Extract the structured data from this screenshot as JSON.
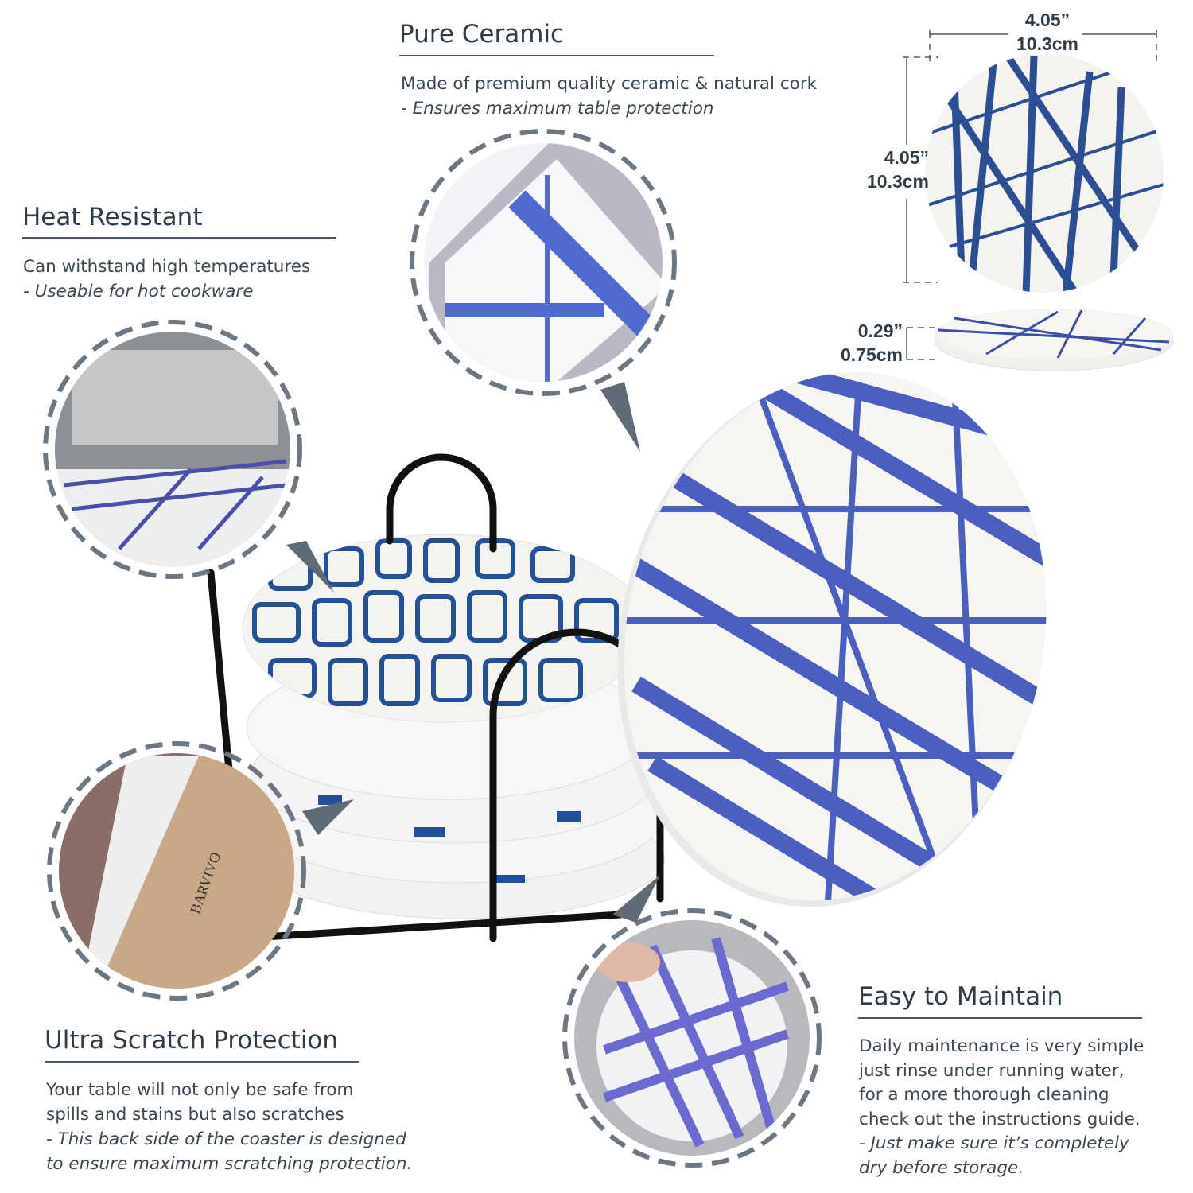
{
  "features": {
    "pure_ceramic": {
      "title": "Pure Ceramic",
      "line1": "Made of premium quality ceramic & natural cork",
      "line2": "- Ensures maximum table protection"
    },
    "heat_resistant": {
      "title": "Heat Resistant",
      "line1": "Can withstand high temperatures",
      "line2": "- Useable for hot cookware"
    },
    "ultra_scratch": {
      "title": "Ultra Scratch Protection",
      "line1": "Your table will not only be safe from",
      "line2": "spills and stains but also scratches",
      "line3": "- This back side of the coaster is designed",
      "line4": "to ensure maximum scratching protection."
    },
    "easy_maintain": {
      "title": "Easy to Maintain",
      "line1": "Daily maintenance is very simple",
      "line2": "just rinse under running water,",
      "line3": "for a more thorough cleaning",
      "line4": "check out the instructions guide.",
      "line5": "- Just make sure it’s completely",
      "line6": "dry before storage."
    }
  },
  "dimensions": {
    "width_in": "4.05”",
    "width_cm": "10.3cm",
    "height_in": "4.05”",
    "height_cm": "10.3cm",
    "thickness_in": "0.29”",
    "thickness_cm": "0.75cm"
  },
  "brand_mark": "BARVIVO",
  "colors": {
    "text": "#3b4854",
    "pattern_blue": "#4a5fc0",
    "stack_blue": "#24509a",
    "dash": "#6b7782"
  }
}
